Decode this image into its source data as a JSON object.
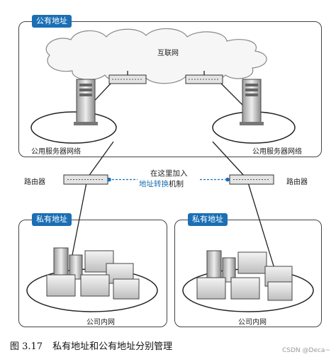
{
  "public_region": {
    "tag": "公有地址"
  },
  "internet": {
    "label": "互联网"
  },
  "server_net_left": {
    "label": "公用服务器网络"
  },
  "server_net_right": {
    "label": "公用服务器网络"
  },
  "router_left": {
    "label": "路由器"
  },
  "router_right": {
    "label": "路由器"
  },
  "nat_note": {
    "line1": "在这里加入",
    "highlight": "地址转换",
    "suffix": "机制"
  },
  "private_left": {
    "tag": "私有地址",
    "lan_label": "公司内网"
  },
  "private_right": {
    "tag": "私有地址",
    "lan_label": "公司内网"
  },
  "caption": {
    "number": "图 3.17",
    "text": "私有地址和公有地址分别管理"
  },
  "watermark": "CSDN @Deca~",
  "colors": {
    "accent": "#1a6fb5",
    "line": "#222222",
    "dashed": "#1a6fb5"
  }
}
